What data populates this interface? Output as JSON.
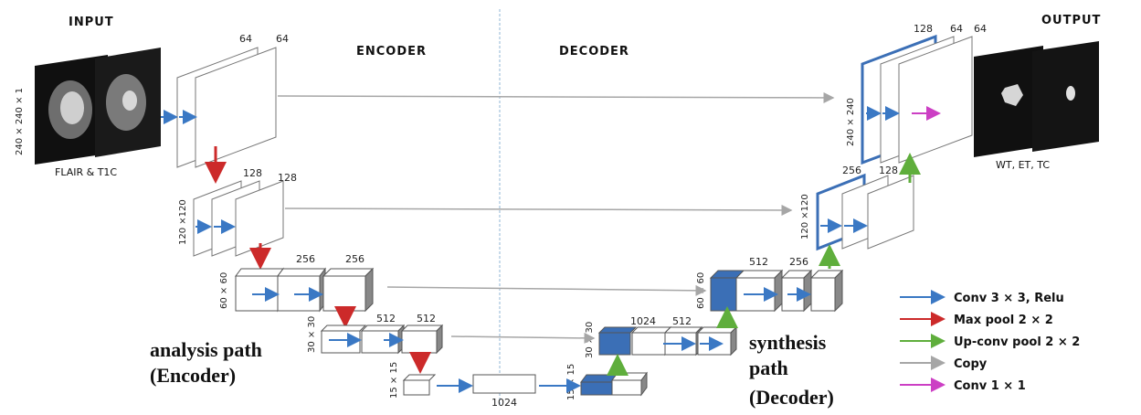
{
  "headers": {
    "input": "INPUT",
    "encoder": "ENCODER",
    "decoder": "DECODER",
    "output": "OUTPUT"
  },
  "captions": {
    "input": "FLAIR & T1C",
    "output": "WT, ET, TC"
  },
  "dims": {
    "d240_in": "240 × 240 × 1",
    "d240_out": "240 × 240",
    "d120_enc": "120 ×120",
    "d120_dec": "120 ×120",
    "d60_enc": "60 × 60",
    "d60_dec": "60 × 60",
    "d30_enc": "30 × 30",
    "d30_dec": "30 × 30",
    "d15_enc": "15 × 15",
    "d15_dec": "15 × 15"
  },
  "channels": {
    "e1a": "64",
    "e1b": "64",
    "e2a": "128",
    "e2b": "128",
    "e3a": "256",
    "e3b": "256",
    "e4a": "512",
    "e4b": "512",
    "bottleneck": "1024",
    "d4a": "1024",
    "d4b": "512",
    "d3a": "512",
    "d3b": "256",
    "d2a": "256",
    "d2b": "128",
    "d1a": "128",
    "d1b": "64",
    "d1c": "64"
  },
  "paths": {
    "analysis_line1": "analysis path",
    "analysis_line2": "(Encoder)",
    "synthesis_line1": "synthesis",
    "synthesis_line2": "path",
    "synthesis_line3": "(Decoder)"
  },
  "legend": [
    {
      "label": "Conv 3 × 3, Relu",
      "color": "#3a78c4"
    },
    {
      "label": "Max pool 2 × 2",
      "color": "#cc2a2a"
    },
    {
      "label": "Up-conv pool 2 × 2",
      "color": "#5fae3c"
    },
    {
      "label": "Copy",
      "color": "#a6a6a6"
    },
    {
      "label": "Conv 1 × 1",
      "color": "#cc3fc4"
    }
  ],
  "colors": {
    "feature_blue": "#3b6fb6",
    "divider": "#8fb5d6"
  }
}
